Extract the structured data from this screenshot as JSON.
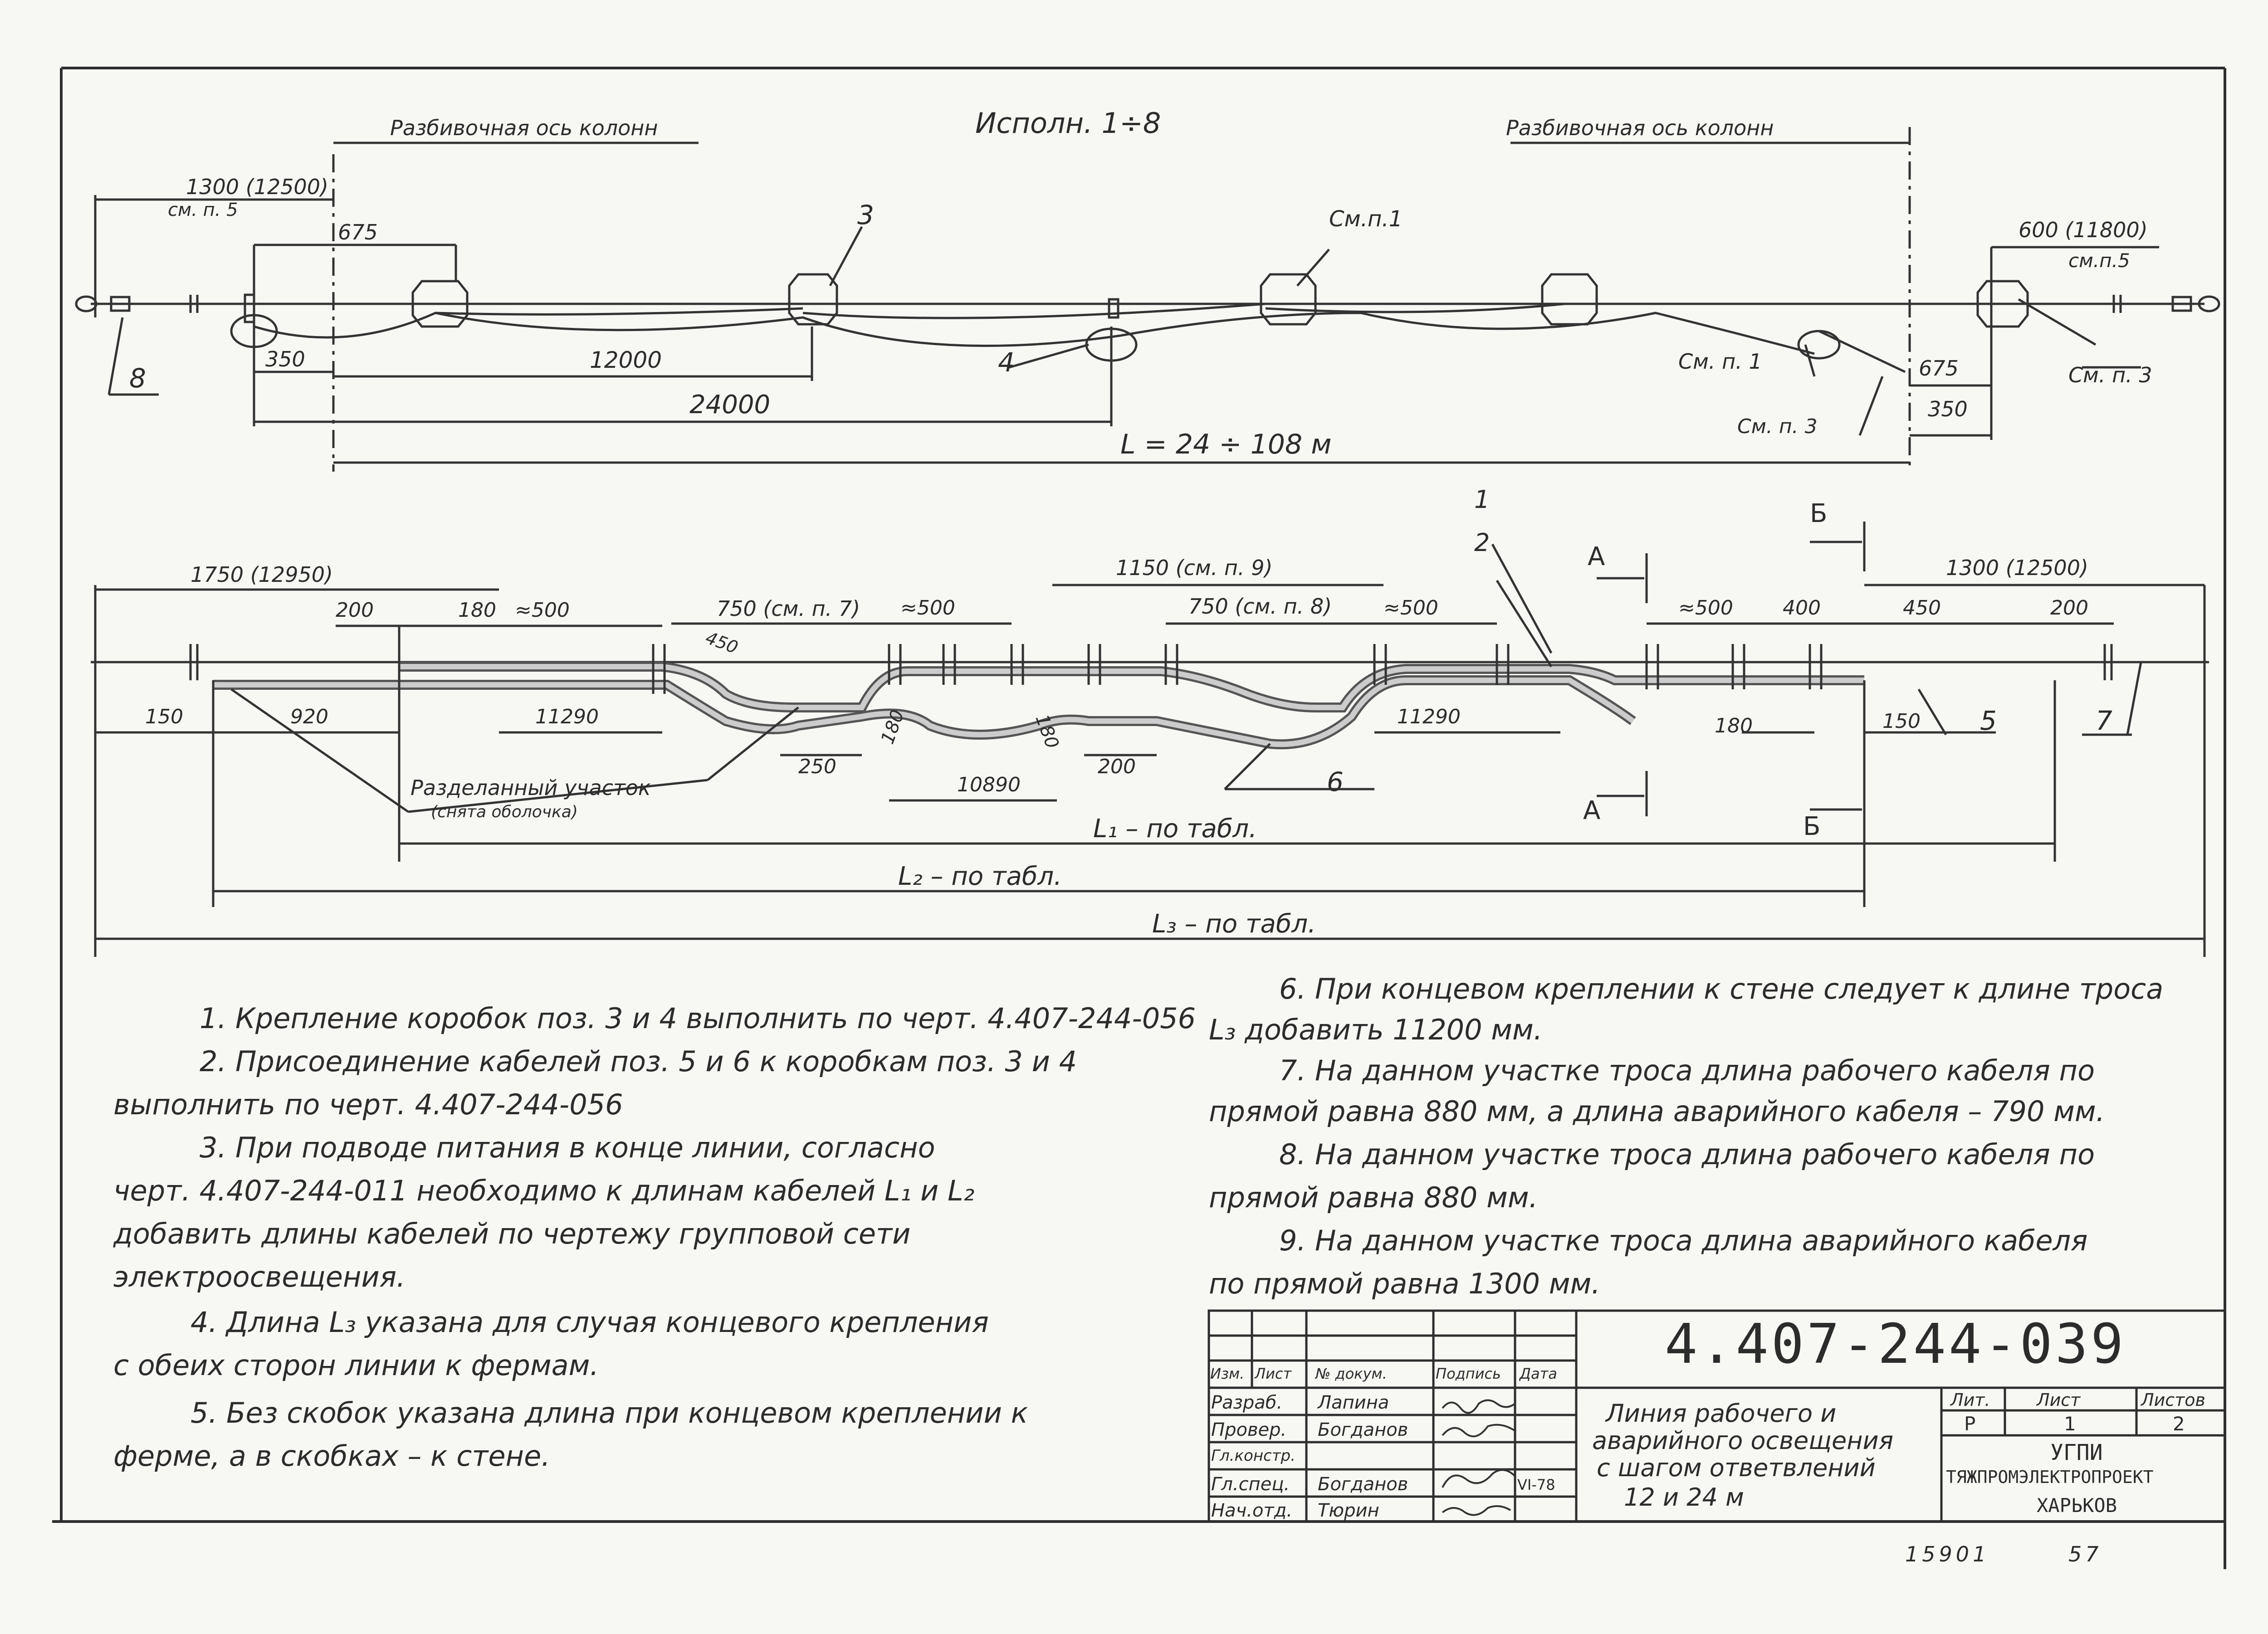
{
  "header": {
    "variant": "Исполн. 1÷8"
  },
  "top_drawing": {
    "axis_label_left": "Разбивочная ось колонн",
    "axis_label_right": "Разбивочная ось колонн",
    "dims": {
      "d1300": "1300 (12500)",
      "d1300_note": "см. п. 5",
      "d675_left": "675",
      "d350_left": "350",
      "d12000": "12000",
      "d24000": "24000",
      "dL": "L = 24 ÷ 108 м",
      "d600": "600 (11800)",
      "d600_note": "см.п.5",
      "d675_right": "675",
      "d350_right": "350"
    },
    "callouts": {
      "pos3": "3",
      "pos4": "4",
      "pos8": "8",
      "see1_top": "См.п.1",
      "see1_bottom": "См. п. 1",
      "see3_bottom": "См. п. 3",
      "see3_right": "См. п. 3"
    }
  },
  "bottom_drawing": {
    "dims": {
      "d1750": "1750 (12950)",
      "d200_left": "200",
      "d180_top": "180",
      "d500_a": "≈500",
      "d750_7": "750 (см. п. 7)",
      "d500_b": "≈500",
      "d1150": "1150 (см. п. 9)",
      "d750_8": "750 (см. п. 8)",
      "d500_c": "≈500",
      "d500_d": "≈500",
      "d400": "400",
      "d450_r": "450",
      "d200_r": "200",
      "d1300_r": "1300 (12500)",
      "d450_diag": "450",
      "d150_left": "150",
      "d920": "920",
      "d11290_a": "11290",
      "d180_a": "180",
      "d180_b": "180",
      "d250": "250",
      "d200_mid": "200",
      "d10890": "10890",
      "d11290_b": "11290",
      "d180_r": "180",
      "d150_r": "150",
      "L1": "L₁ – по табл.",
      "L2": "L₂ – по табл.",
      "L3": "L₃ – по табл."
    },
    "labels": {
      "stripped": "Разделанный участок",
      "stripped_sub": "(снята оболочка)",
      "pos1": "1",
      "pos2": "2",
      "pos5": "5",
      "pos6": "6",
      "pos7": "7",
      "secA_top": "А",
      "secA_bottom": "А",
      "secB_top": "Б",
      "secB_bottom": "Б"
    }
  },
  "notes_left": [
    "1. Крепление коробок поз. 3 и 4 выполнить по черт. 4.407-244-056",
    "2. Присоединение кабелей поз. 5 и 6 к коробкам поз. 3 и 4",
    "выполнить по черт. 4.407-244-056",
    "3. При подводе питания в конце линии, согласно",
    "черт. 4.407-244-011 необходимо к длинам кабелей L₁ и L₂",
    "добавить длины кабелей по чертежу групповой сети",
    "электроосвещения.",
    "4. Длина L₃ указана для случая концевого крепления",
    "с обеих сторон линии к фермам.",
    "5. Без скобок указана длина при концевом креплении к",
    "ферме, а в скобках – к стене."
  ],
  "notes_right": [
    "6. При концевом креплении к стене следует к длине троса",
    "L₃ добавить 11200 мм.",
    "7. На данном участке троса длина рабочего кабеля по",
    "прямой равна 880 мм, а длина аварийного кабеля – 790 мм.",
    "8. На данном участке троса длина рабочего кабеля по",
    "прямой равна 880 мм.",
    "9. На данном участке троса длина аварийного кабеля",
    "по прямой равна 1300 мм."
  ],
  "title_block": {
    "doc_number": "4.407-244-039",
    "col_headers": [
      "Изм.",
      "Лист",
      "№ докум.",
      "Подпись",
      "Дата"
    ],
    "roles": [
      {
        "role": "Разраб.",
        "name": "Лапина"
      },
      {
        "role": "Провер.",
        "name": "Богданов"
      },
      {
        "role": "Гл.констр.",
        "name": ""
      },
      {
        "role": "Гл.спец.",
        "name": "Богданов"
      },
      {
        "role": "Нач.отд.",
        "name": "Тюрин"
      }
    ],
    "date": "VI-78",
    "title_lines": [
      "Линия рабочего и",
      "аварийного освещения",
      "с шагом ответвлений",
      "12 и 24 м"
    ],
    "lit_label": "Лит.",
    "list_label": "Лист",
    "listov_label": "Листов",
    "lit_value": "Р",
    "list_value": "1",
    "listov_value": "2",
    "org": [
      "УГПИ",
      "ТЯЖПРОМЭЛЕКТРОПРОЕКТ",
      "ХАРЬКОВ"
    ]
  },
  "footer": {
    "sheet_code": "15901",
    "page": "57"
  }
}
